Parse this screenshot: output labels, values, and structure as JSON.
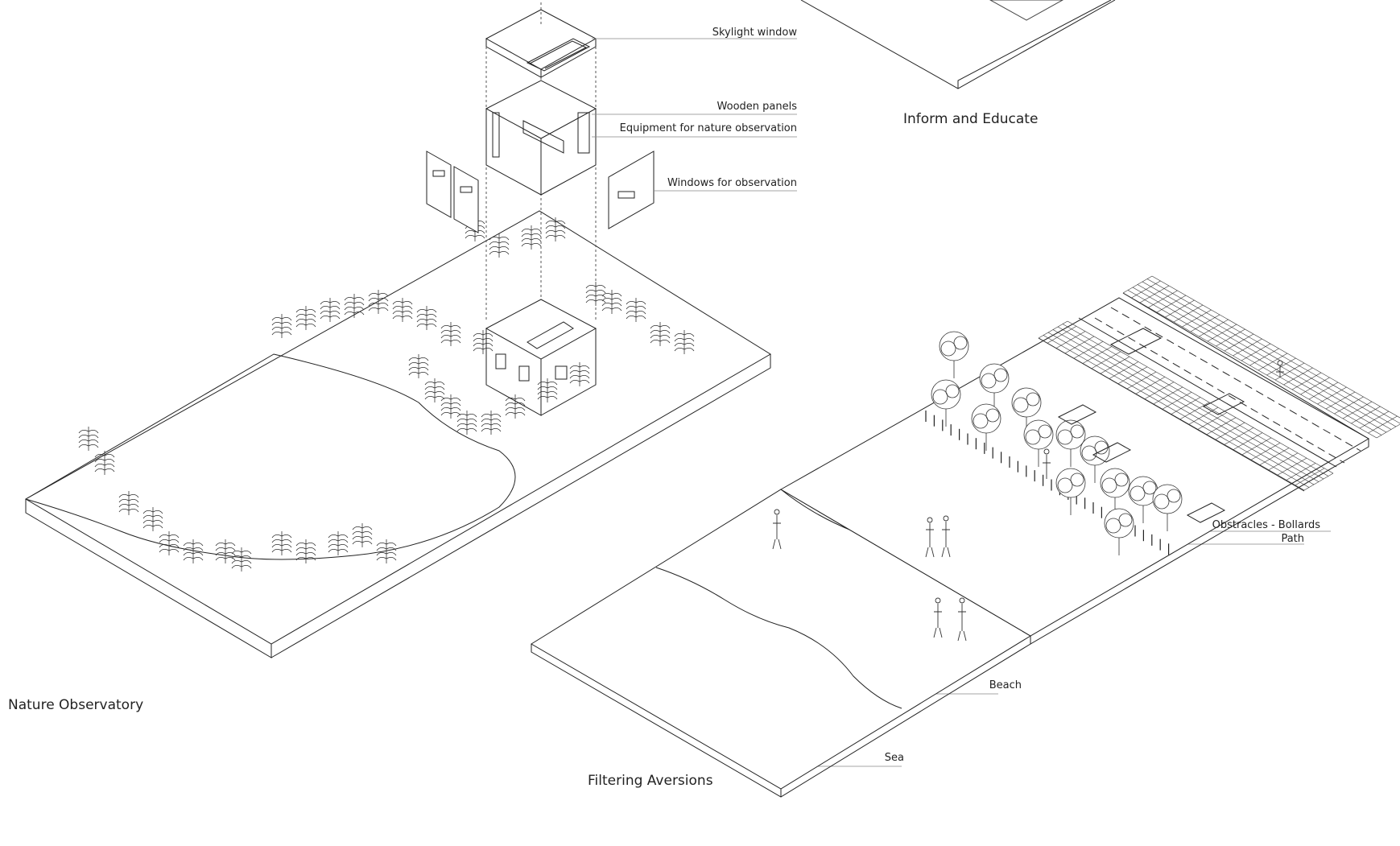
{
  "titles": {
    "nature_observatory": "Nature Observatory",
    "inform_and_educate": "Inform and Educate",
    "filtering_aversions": "Filtering Aversions"
  },
  "callouts": {
    "skylight": "Skylight window",
    "wooden_panels": "Wooden panels",
    "equipment": "Equipment for nature observation",
    "windows": "Windows for observation",
    "bollards": "Obstracles - Bollards",
    "path": "Path",
    "beach": "Beach",
    "sea": "Sea"
  },
  "colors": {
    "ink": "#222222",
    "paper": "#ffffff"
  }
}
